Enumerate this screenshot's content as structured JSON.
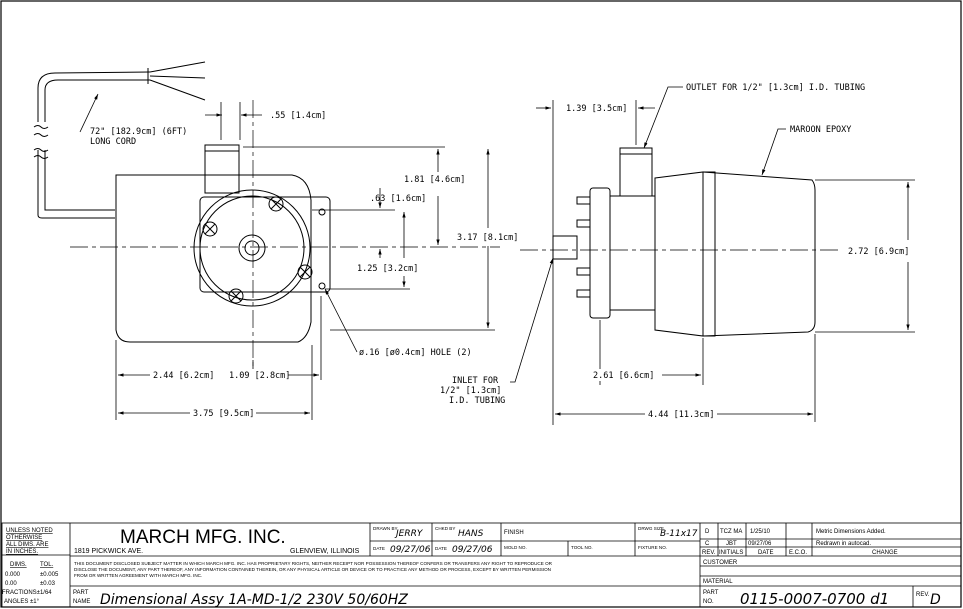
{
  "dimensions": {
    "cord_length": "72\" [182.9cm] (6FT)",
    "cord_note": "LONG CORD",
    "d_055": ".55 [1.4cm]",
    "d_181": "1.81 [4.6cm]",
    "d_063": ".63 [1.6cm]",
    "d_317": "3.17 [8.1cm]",
    "d_125": "1.25 [3.2cm]",
    "hole": "ø.16 [ø0.4cm] HOLE (2)",
    "d_244": "2.44 [6.2cm]",
    "d_109": "1.09 [2.8cm]",
    "d_375": "3.75 [9.5cm]",
    "d_139": "1.39 [3.5cm]",
    "outlet": "OUTLET FOR 1/2\" [1.3cm] I.D. TUBING",
    "maroon": "MAROON EPOXY",
    "d_272": "2.72 [6.9cm]",
    "inlet_1": "INLET FOR",
    "inlet_2": "1/2\" [1.3cm]",
    "inlet_3": "I.D. TUBING",
    "d_261": "2.61 [6.6cm]",
    "d_444": "4.44 [11.3cm]"
  },
  "title_block": {
    "unless_noted_1": "UNLESS NOTED",
    "unless_noted_2": "OTHERWISE",
    "unless_noted_3": "ALL DIMS. ARE",
    "unless_noted_4": "IN INCHES.",
    "dims_hdr": "DIMS.",
    "tol_hdr": "TOL.",
    "tol_rows": [
      {
        "dim": "0.000",
        "tol": "±0.005"
      },
      {
        "dim": "0.00",
        "tol": "±0.03"
      }
    ],
    "fractions": "FRACTIONS±1/64",
    "angles": "ANGLES ±1°",
    "company": "MARCH MFG. INC.",
    "address": "1819 PICKWICK AVE.",
    "city": "GLENVIEW, ILLINOIS",
    "notice_1": "THIS DOCUMENT DISCLOSED SUBJECT MATTER IN WHICH MARCH MFG. INC. HAS PROPRIETARY RIGHTS, NEITHER RECEIPT NOR POSSESSION THEREOF CONFERS OR TRANSFERS ANY RIGHT TO REPRODUCE OR",
    "notice_2": "DISCLOSE THE DOCUMENT, ANY PART THEREOF, ANY INFORMATION CONTAINED THEREIN, OR ANY PHYSICAL ARTICLE OR DEVICE OR TO PRACTICE ANY METHOD OR PROCESS, EXCEPT BY WRITTEN PERMISSION",
    "notice_3": "FROM OR WRITTEN AGREEMENT WITH MARCH MFG. INC.",
    "drawn_by_label": "DRAWN BY",
    "drawn_by": "JERRY",
    "chkd_by_label": "CHKD BY",
    "chkd_by": "HANS",
    "finish_label": "FINISH",
    "drwg_size_label": "DRWG SIZE",
    "drwg_size": "B-11x17",
    "date_label": "DATE",
    "drawn_date": "09/27/06",
    "chkd_date": "09/27/06",
    "mold_label": "MOLD NO.",
    "tool_label": "TOOL NO.",
    "fixture_label": "FIXTURE NO.",
    "part_name_label_1": "PART",
    "part_name_label_2": "NAME",
    "part_name": "Dimensional Assy 1A-MD-1/2 230V 50/60HZ",
    "customer_label": "CUSTOMER",
    "material_label": "MATERIAL",
    "part_no_label_1": "PART",
    "part_no_label_2": "NO.",
    "part_no": "0115-0007-0700 d1",
    "rev_label": "REV.",
    "rev": "D"
  },
  "revisions": {
    "headers": [
      "REV.",
      "INITIALS",
      "DATE",
      "E.C.O.",
      "CHANGE"
    ],
    "rows": [
      {
        "rev": "D",
        "initials": "TCZ MA",
        "date": "1/25/10",
        "eco": "",
        "change": "Metric Dimensions Added."
      },
      {
        "rev": "C",
        "initials": "JBT",
        "date": "09/27/06",
        "eco": "",
        "change": "Redrawn in autocad."
      }
    ]
  }
}
